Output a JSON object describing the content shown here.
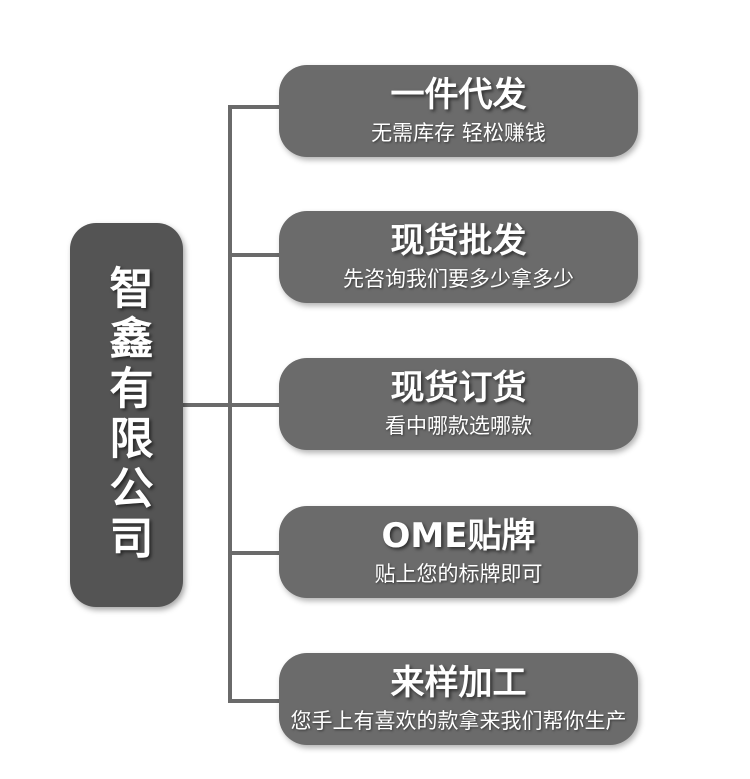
{
  "root": {
    "label": "智鑫有限公司"
  },
  "branches": [
    {
      "title": "一件代发",
      "subtitle": "无需库存 轻松赚钱"
    },
    {
      "title": "现货批发",
      "subtitle": "先咨询我们要多少拿多少"
    },
    {
      "title": "现货订货",
      "subtitle": "看中哪款选哪款"
    },
    {
      "title": "OME贴牌",
      "subtitle": "贴上您的标牌即可"
    },
    {
      "title": "来样加工",
      "subtitle": "您手上有喜欢的款拿来我们帮你生产"
    }
  ]
}
